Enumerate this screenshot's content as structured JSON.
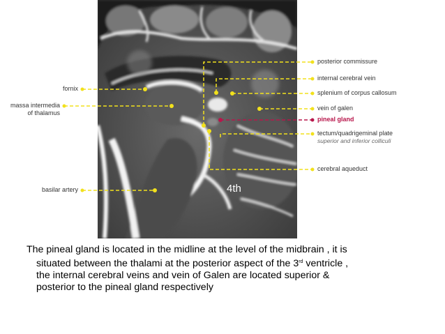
{
  "labels": {
    "left": [
      "fornix",
      "massa intermedia",
      "of thalamus",
      "basilar artery"
    ],
    "right": [
      "posterior commissure",
      "internal cerebral vein",
      "splenium of corpus callosum",
      "vein of galen",
      "pineal gland",
      "tectum/quadrigeminal plate",
      "superior and inferior colliculi",
      "cerebral aqueduct"
    ],
    "ventricle": "4th"
  },
  "caption": {
    "line1": "The pineal gland is located in the midline at the level of the midbrain , it is",
    "line2a": "situated between the thalami at the posterior aspect of the 3",
    "line2sup": "rd",
    "line2b": " ventricle ,",
    "line3": "the internal cerebral veins and vein of Galen are located superior &",
    "line4": "posterior to the pineal gland respectively"
  },
  "colors": {
    "leader": "#f2e11c",
    "highlight": "#b8164b",
    "label_text": "#333333"
  }
}
